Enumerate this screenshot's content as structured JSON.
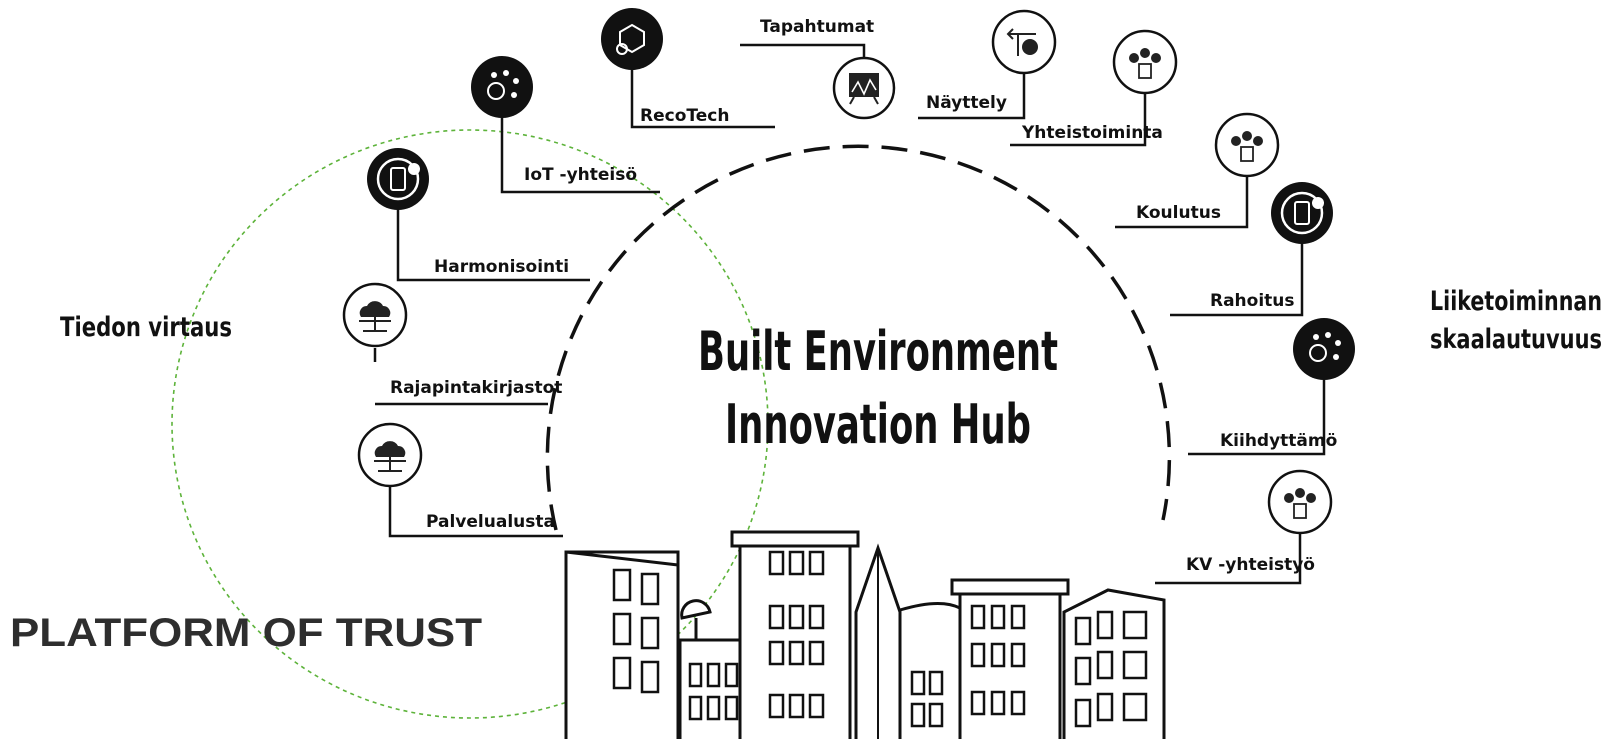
{
  "hub": {
    "title_line1": "Built Environment",
    "title_line2": "Innovation Hub"
  },
  "side_labels": {
    "left": "Tiedon virtaus",
    "right_line1": "Liiketoiminnan",
    "right_line2": "skaalautuvuus"
  },
  "brand": "PLATFORM OF TRUST",
  "nodes": [
    {
      "label": "Tapahtumat",
      "icon": "presentation-chart-icon"
    },
    {
      "label": "RecoTech",
      "icon": "box-search-icon"
    },
    {
      "label": "IoT -yhteisö",
      "icon": "network-search-icon"
    },
    {
      "label": "Harmonisointi",
      "icon": "mobile-sync-icon"
    },
    {
      "label": "Rajapintakirjastot",
      "icon": "cloud-network-icon"
    },
    {
      "label": "Palvelualusta",
      "icon": "cloud-network-icon"
    },
    {
      "label": "Näyttely",
      "icon": "direction-question-icon"
    },
    {
      "label": "Yhteistoiminta",
      "icon": "people-document-icon"
    },
    {
      "label": "Koulutus",
      "icon": "people-document-icon"
    },
    {
      "label": "Rahoitus",
      "icon": "mobile-sync-icon"
    },
    {
      "label": "Kiihdyttämö",
      "icon": "network-search-icon"
    },
    {
      "label": "KV -yhteistyö",
      "icon": "people-document-icon"
    }
  ],
  "colors": {
    "ink": "#111111",
    "green_circle": "#5db33a",
    "brand_text": "#2e2e2e"
  }
}
